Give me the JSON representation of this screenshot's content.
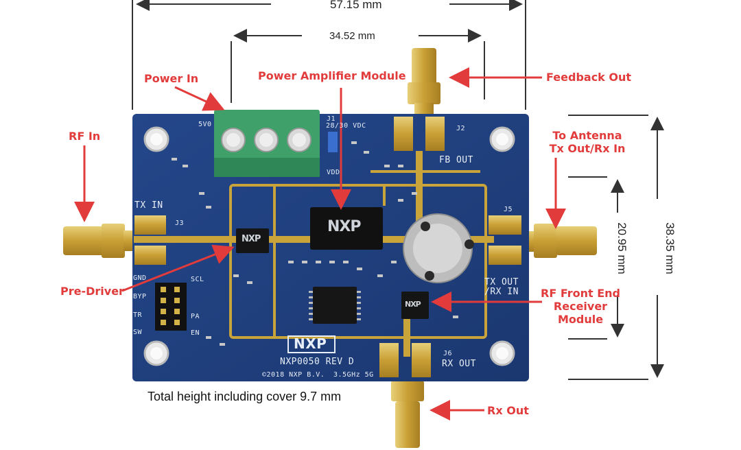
{
  "dimensions": {
    "total_width": "57.15 mm",
    "inner_width": "34.52 mm",
    "inner_height": "20.95 mm",
    "total_height": "38.35 mm"
  },
  "callouts": {
    "power_in": "Power In",
    "power_amplifier": "Power Amplifier Module",
    "feedback_out": "Feedback Out",
    "rf_in": "RF In",
    "to_antenna_line1": "To Antenna",
    "to_antenna_line2": "Tx Out/Rx In",
    "pre_driver": "Pre-Driver",
    "rf_front_end_line1": "RF Front End",
    "rf_front_end_line2": "Receiver",
    "rf_front_end_line3": "Module",
    "rx_out": "Rx Out"
  },
  "note": "Total height including cover 9.7 mm",
  "silkscreen": {
    "logo": "NXP",
    "board_name": "NXP0050 REV D",
    "copyright": "©2018 NXP B.V.",
    "band": "3.5GHz 5G",
    "tx_in": "TX IN",
    "fb_out": "FB OUT",
    "tx_out": "TX OUT",
    "rx_in": "/RX IN",
    "rx_out": "RX OUT",
    "vdc": "28/30 VDC",
    "vdd": "VDD",
    "j2": "J2",
    "j5": "J5",
    "j6": "J6",
    "j3": "J3",
    "j1": "J1",
    "gnd": "GND",
    "byp": "BYP",
    "tr": "TR",
    "sw": "SW",
    "scl": "SCL",
    "pa": "PA",
    "en": "EN",
    "five_v": "5V0"
  },
  "colors": {
    "pcb": "#1f3f7d",
    "gold": "#caa63c",
    "callout": "#e23b3b",
    "terminal": "#3fa06a"
  }
}
